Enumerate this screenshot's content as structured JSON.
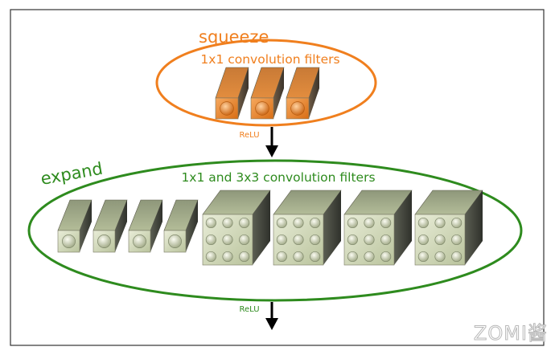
{
  "squeeze": {
    "label": "squeeze",
    "caption": "1x1 convolution filters",
    "activation": "ReLU",
    "filter_count": 3,
    "color": "#F07F1E"
  },
  "expand": {
    "label": "expand",
    "caption": "1x1 and 3x3 convolution filters",
    "activation": "ReLU",
    "filters_1x1": 4,
    "filters_3x3": 4,
    "color": "#2E8B1E"
  },
  "watermark": "ZOMI酱"
}
